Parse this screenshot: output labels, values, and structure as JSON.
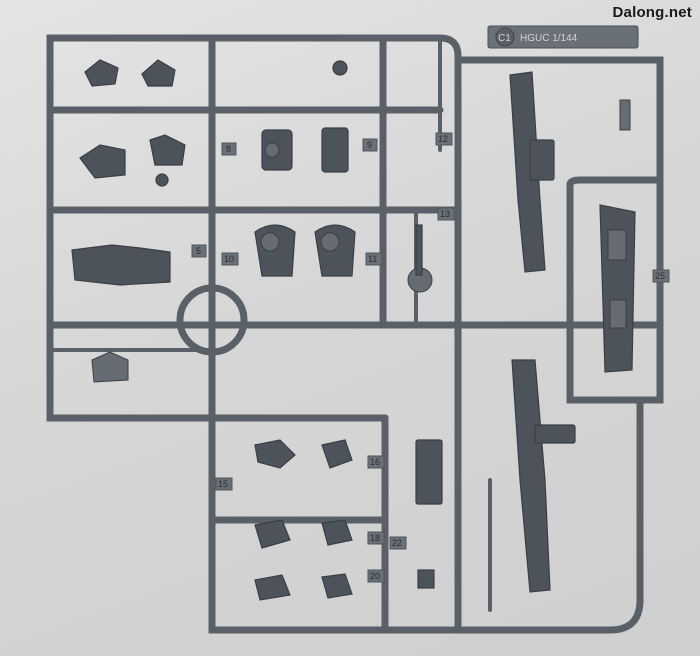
{
  "photo": {
    "watermark": "Dalong.net",
    "sprue_badge": "C1",
    "sprue_code": "HGUC 1/144",
    "part_numbers": [
      "5",
      "8",
      "9",
      "10",
      "11",
      "12",
      "13",
      "15",
      "16",
      "18",
      "20",
      "22",
      "25"
    ]
  },
  "colors": {
    "plastic": "#5a6068",
    "background": "#d8d8d8"
  }
}
